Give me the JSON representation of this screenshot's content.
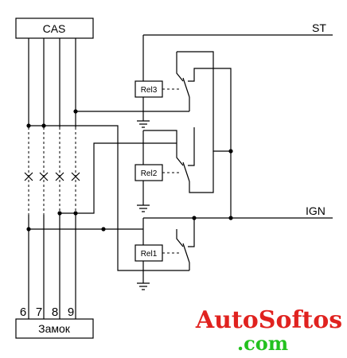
{
  "modules": {
    "cas": "CAS",
    "lock": "Замок"
  },
  "lines": {
    "st": "ST",
    "ign": "IGN"
  },
  "relays": {
    "rel1": "Rel1",
    "rel2": "Rel2",
    "rel3": "Rel3"
  },
  "pins": [
    "6",
    "7",
    "8",
    "9"
  ],
  "watermark": {
    "line1": "AutoSoftos",
    "line2": ".com"
  },
  "colors": {
    "wire": "#000000",
    "watermark_red": "#e0221f",
    "watermark_green": "#23c11e"
  }
}
